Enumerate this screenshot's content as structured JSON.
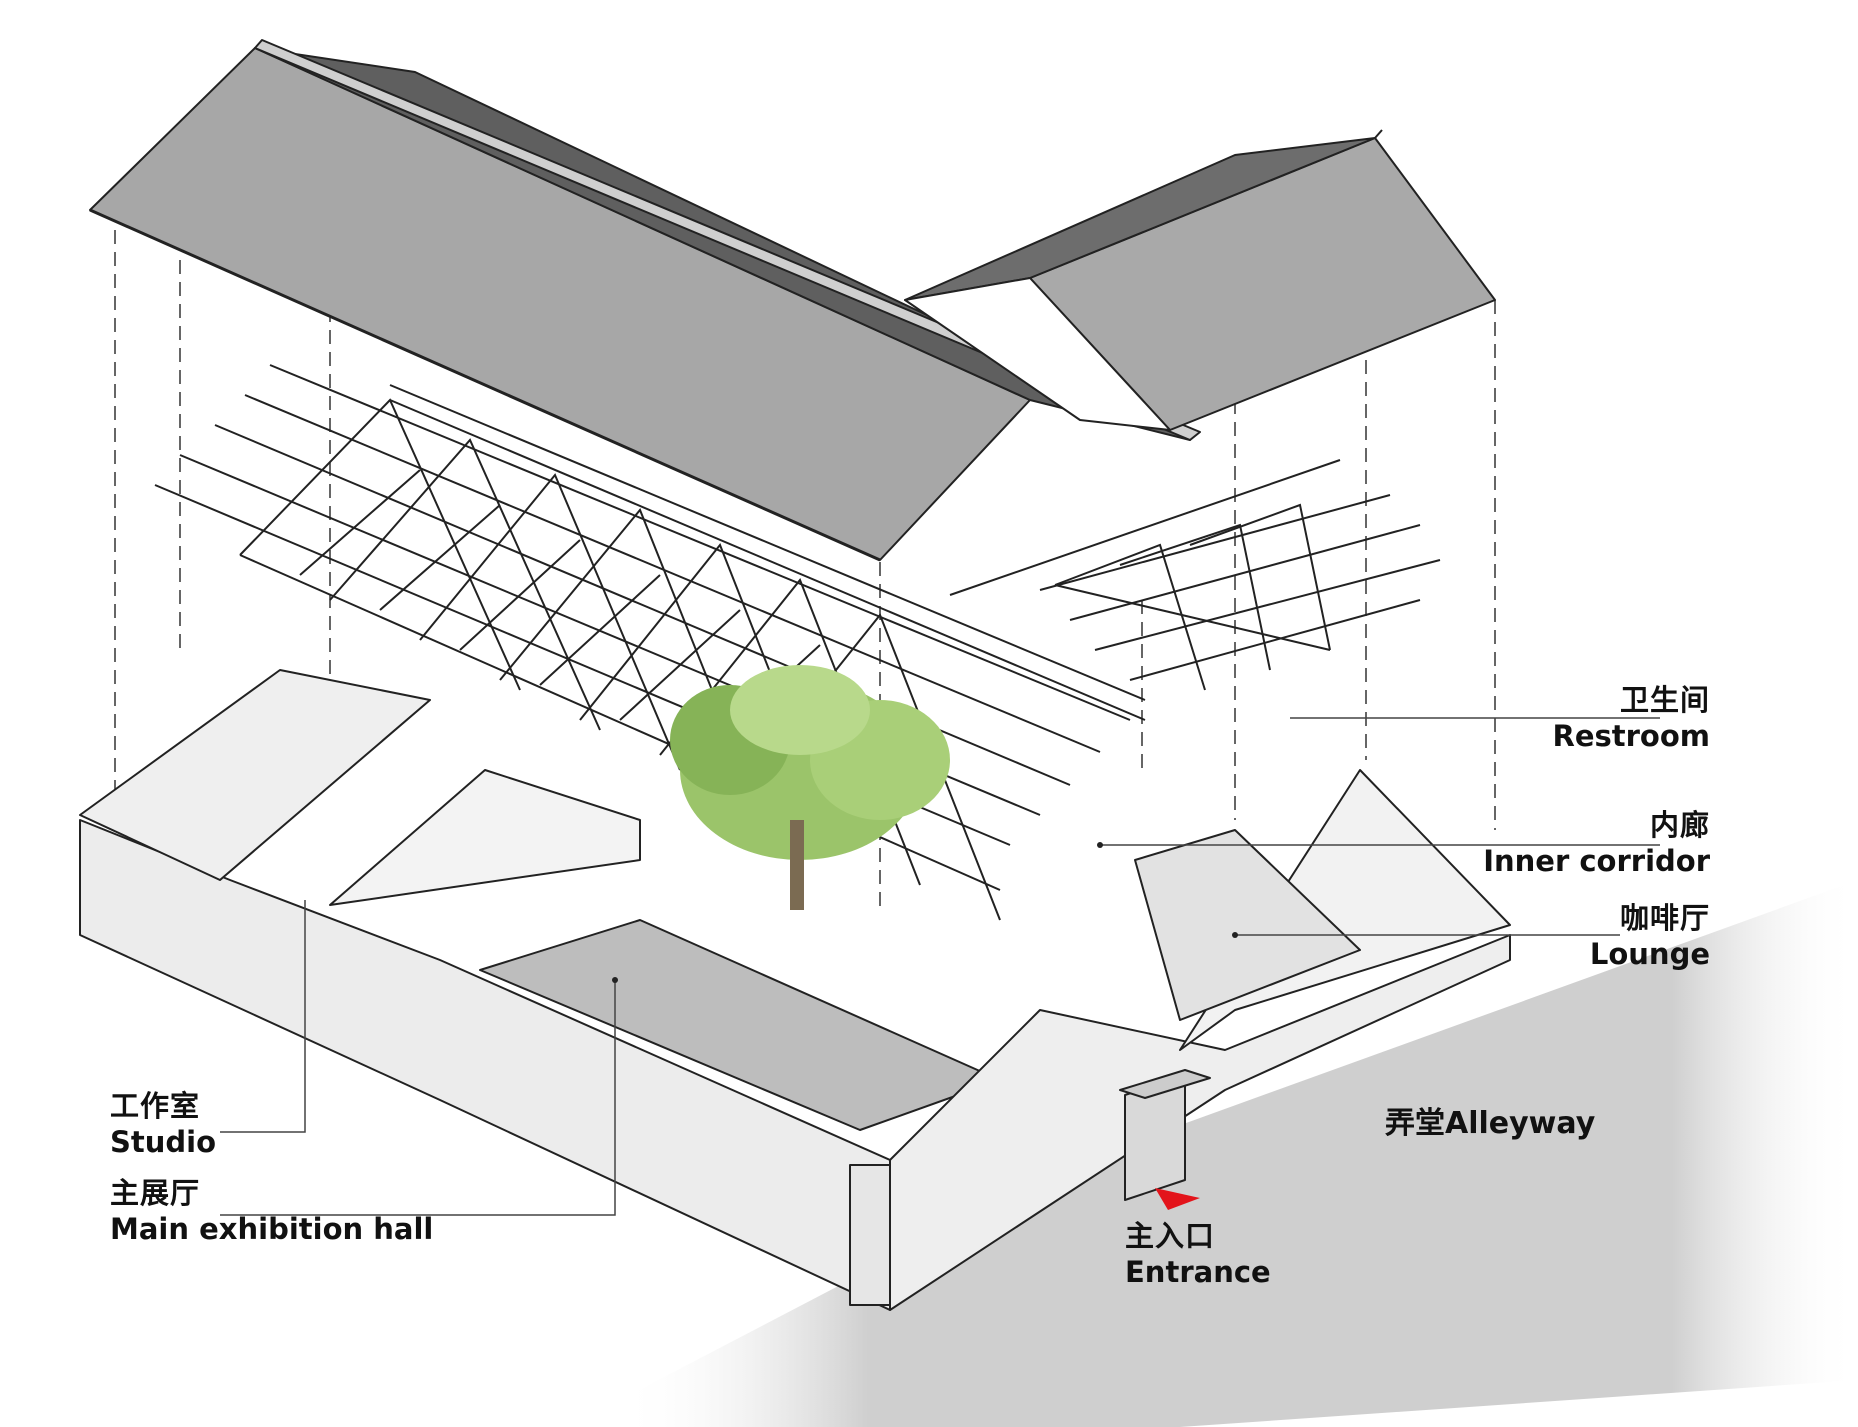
{
  "labels": {
    "restroom": {
      "zh": "卫生间",
      "en": "Restroom"
    },
    "inner_corridor": {
      "zh": "内廊",
      "en": "Inner corridor"
    },
    "lounge": {
      "zh": "咖啡厅",
      "en": "Lounge"
    },
    "studio": {
      "zh": "工作室",
      "en": "Studio"
    },
    "main_hall": {
      "zh": "主展厅",
      "en": "Main exhibition hall"
    },
    "entrance": {
      "zh": "主入口",
      "en": "Entrance"
    },
    "alleyway": {
      "text": "弄堂Alleyway"
    }
  },
  "colors": {
    "roof_light": "#a9a9a9",
    "roof_dark": "#6e6e6e",
    "wall": "#ececec",
    "floor": "#bdbdbd",
    "ground": "#d2d2d2",
    "tree": "#8fbf5a",
    "entrance_arrow": "#e3141b"
  }
}
